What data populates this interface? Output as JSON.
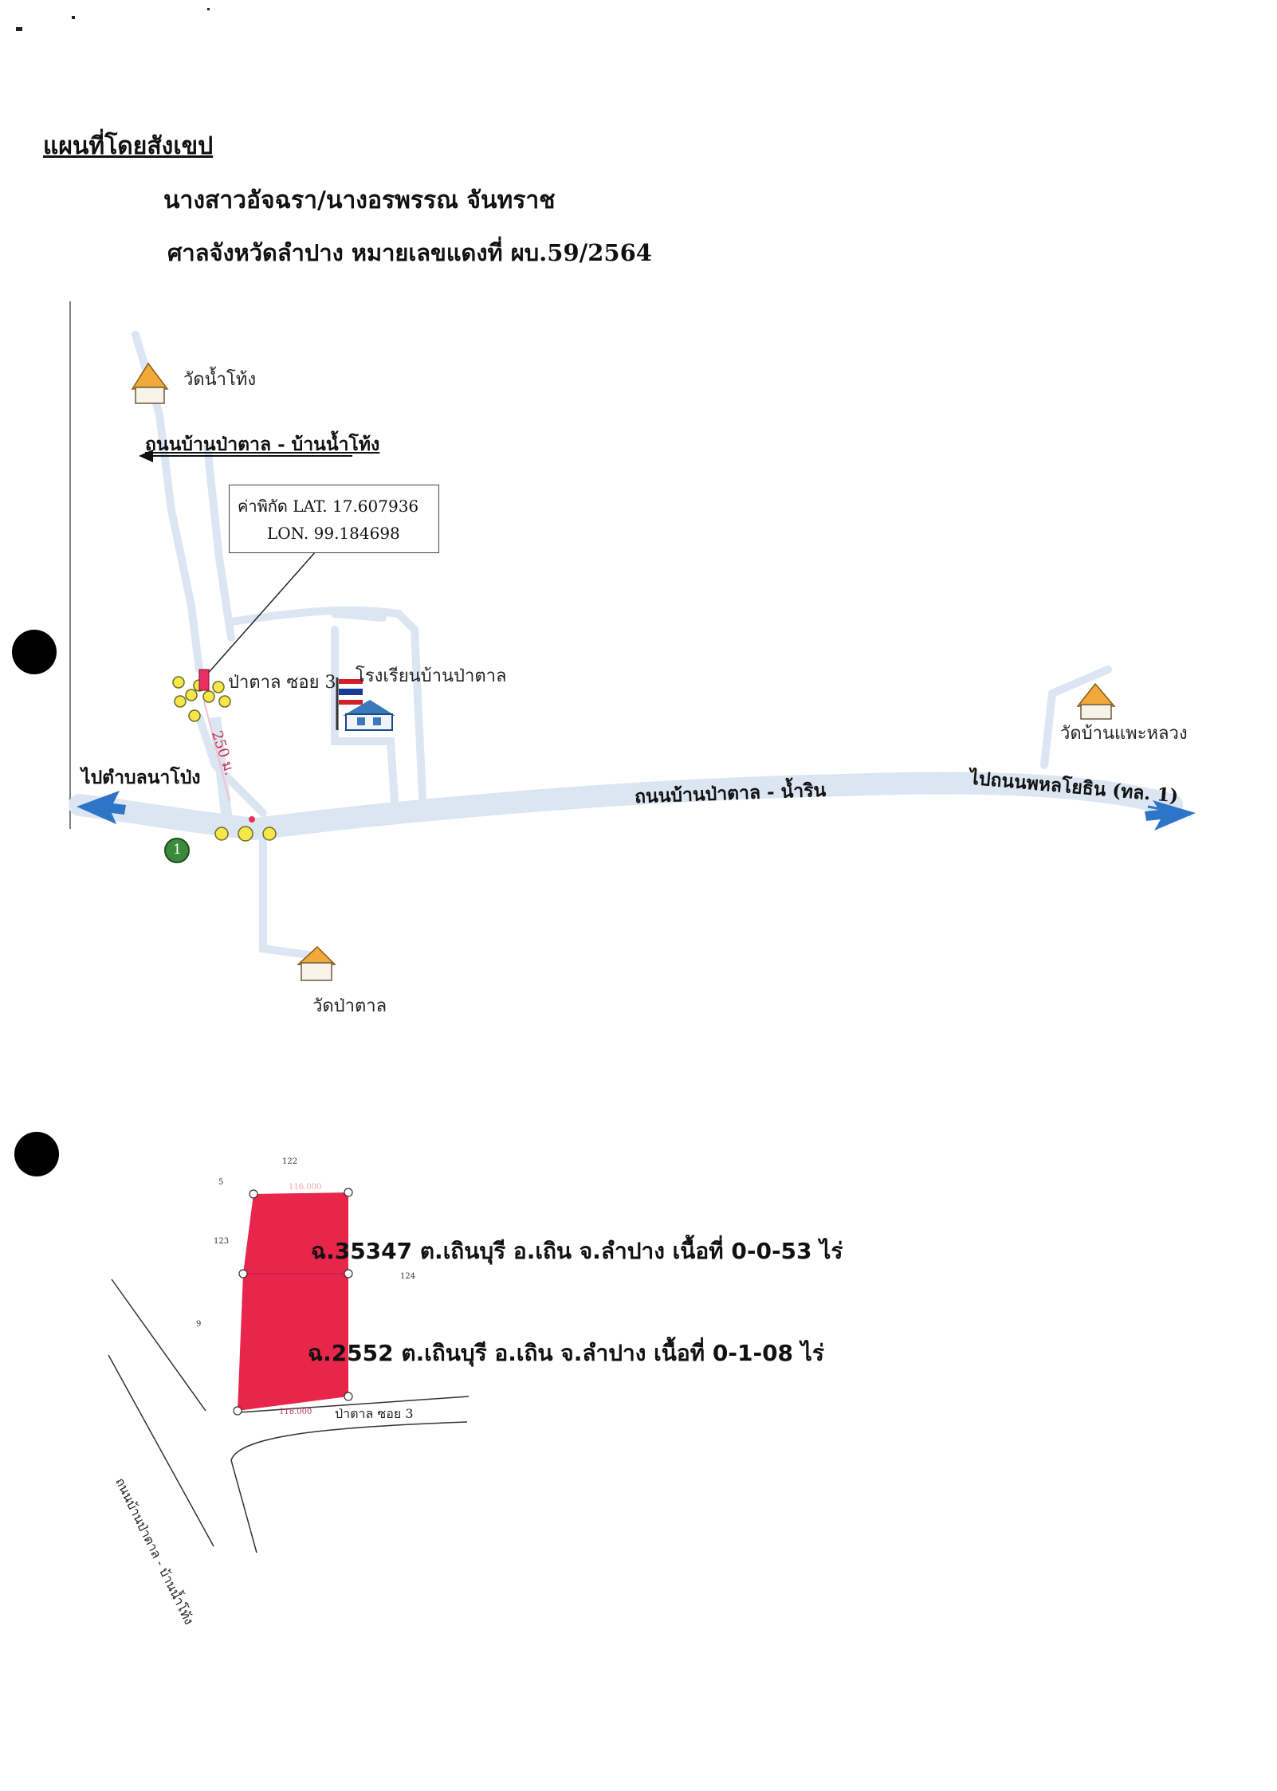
{
  "document": {
    "heading": "แผนที่โดยสังเขป",
    "owner": "นางสาวอัจฉรา/นางอรพรรณ จันทราช",
    "court_case": "ศาลจังหวัดลำปาง  หมายเลขแดงที่  ผบ.59/2564"
  },
  "map": {
    "temple_top": "วัดน้ำโท้ง",
    "road_north": "ถนนบ้านป่าตาล - บ้านน้ำโท้ง",
    "coord_label": "ค่าพิกัด",
    "lat": "LAT. 17.607936",
    "lon": "LON. 99.184698",
    "soi": "ป่าตาล ซอย 3",
    "school": "โรงเรียนบ้านป่าตาล",
    "temple_right": "วัดบ้านแพะหลวง",
    "to_left": "ไปตำบลนาโป่ง",
    "main_road": "ถนนบ้านป่าตาล - น้ำริน",
    "to_right": "ไปถนนพหลโยธิน (ทล. 1)",
    "distance": "250 ม.",
    "marker_number": "1",
    "temple_bottom": "วัดป่าตาล"
  },
  "parcel": {
    "deed_1": "โฉนด.35347 ต.เถินบุรี อ.เถิน จ.ลำปาง เนื้อที่ 0-0-53 ไร่",
    "deed_1_visible": "ฉ.35347 ต.เถินบุรี อ.เถิน จ.ลำปาง เนื้อที่ 0-0-53 ไร่",
    "deed_2_visible": "ฉ.2552 ต.เถินบุรี อ.เถิน จ.ลำปาง เนื้อที่ 0-1-08 ไร่",
    "soi": "ป่าตาล ซอย 3",
    "road": "ถนนบ้านป่าตาล - บ้านน้ำโท้ง",
    "neighbors": [
      "122",
      "5",
      "123",
      "124",
      "9"
    ],
    "dim_top": "116.000",
    "dim_bottom": "118.000"
  },
  "colors": {
    "road": "#dbe6f2",
    "arrow": "#2e75c8",
    "parcel_red": "#e8264c",
    "house_roof": "#f0a93a",
    "marker_green": "#3c8a3c",
    "pin_red": "#e83060"
  }
}
